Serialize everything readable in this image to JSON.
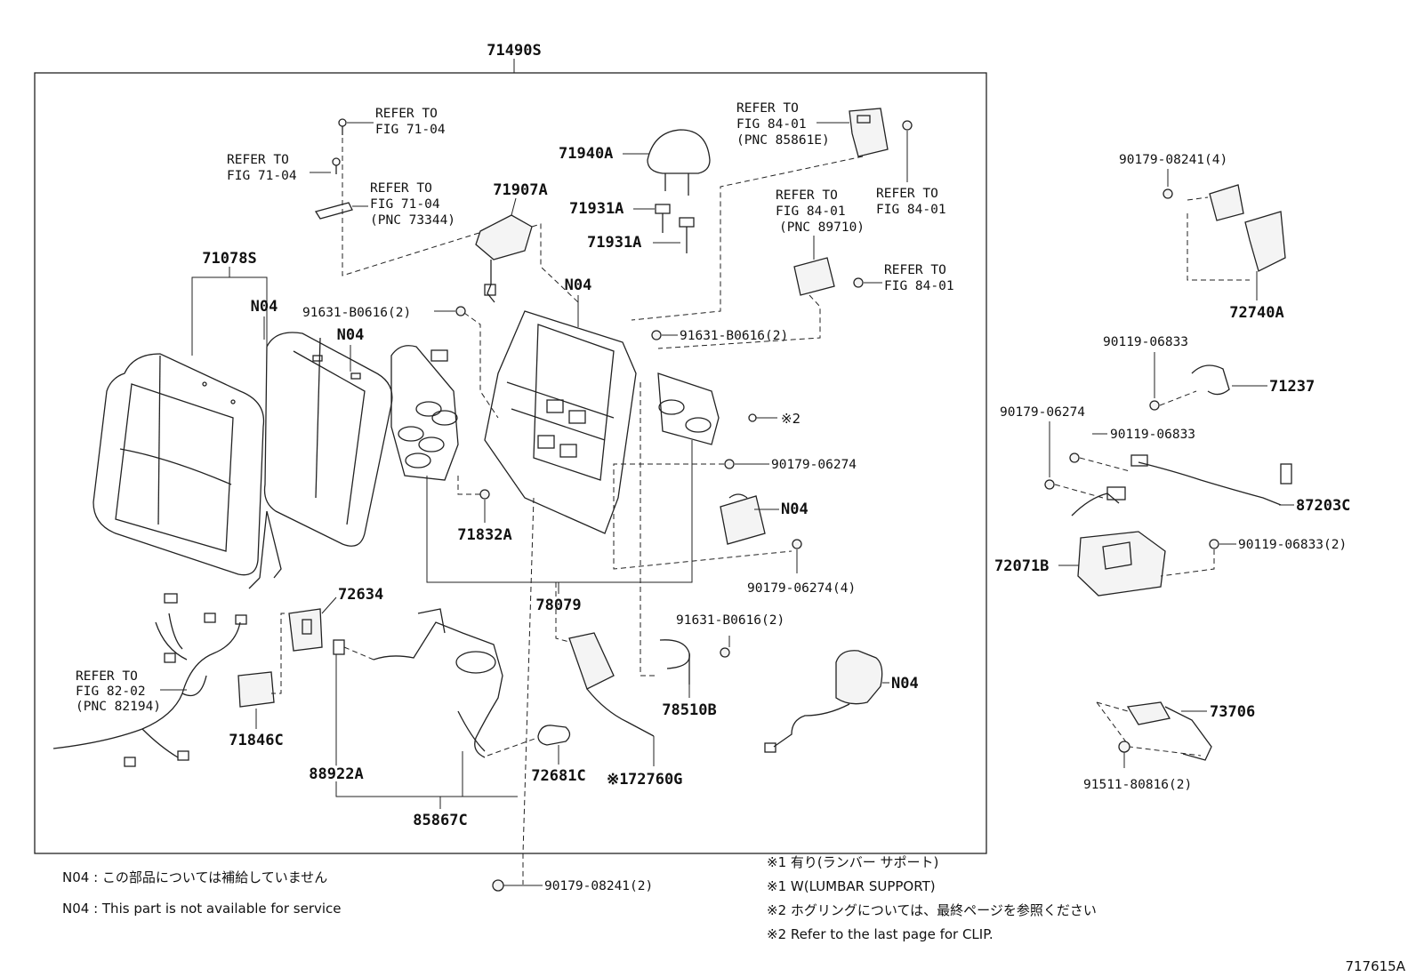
{
  "main_assembly": "71490S",
  "labels": {
    "p71078S": "71078S",
    "p71940A": "71940A",
    "p71907A": "71907A",
    "p71931A_1": "71931A",
    "p71931A_2": "71931A",
    "p72740A": "72740A",
    "p71237": "71237",
    "p87203C": "87203C",
    "p72071B": "72071B",
    "p73706": "73706",
    "p71832A": "71832A",
    "p78079": "78079",
    "p72634": "72634",
    "p71846C": "71846C",
    "p88922A": "88922A",
    "p85867C": "85867C",
    "p72681C": "72681C",
    "p72760G": "72760G",
    "p78510B": "78510B",
    "n04_a": "N04",
    "n04_b": "N04",
    "n04_c": "N04",
    "n04_d": "N04",
    "n04_e": "N04",
    "clip_mark": "※2",
    "mark1": "※1"
  },
  "fasteners": {
    "f90179_08241_4": "90179-08241(4)",
    "f90119_06833_a": "90119-06833",
    "f90179_06274_a": "90179-06274",
    "f90119_06833_b": "90119-06833",
    "f90119_06833_2": "90119-06833(2)",
    "f91511_80816_2": "91511-80816(2)",
    "f91631_b0616_a": "91631-B0616(2)",
    "f91631_b0616_b": "91631-B0616(2)",
    "f90179_06274_b": "90179-06274",
    "f90179_06274_4": "90179-06274(4)",
    "f91631_b0616_c": "91631-B0616(2)",
    "f90179_08241_2": "90179-08241(2)"
  },
  "references": {
    "r1_a": "REFER TO",
    "r1_b": "FIG 71-04",
    "r2_a": "REFER TO",
    "r2_b": "FIG 71-04",
    "r3_a": "REFER TO",
    "r3_b": "FIG 71-04",
    "r3_c": "(PNC 73344)",
    "r4_a": "REFER TO",
    "r4_b": "FIG 84-01",
    "r4_c": "(PNC 85861E)",
    "r5_a": "REFER TO",
    "r5_b": "FIG 84-01",
    "r6_a": "REFER TO",
    "r6_b": "FIG 84-01",
    "r6_c": "(PNC 89710)",
    "r7_a": "REFER TO",
    "r7_b": "FIG 84-01",
    "r8_a": "REFER TO",
    "r8_b": "FIG 82-02",
    "r8_c": "(PNC 82194)"
  },
  "notes": {
    "n04_jp": "N04 : この部品については補給していません",
    "n04_en": "N04 : This part is not available for service",
    "m1_jp": "※1  有り(ランバー サポート)",
    "m1_en": "※1  W(LUMBAR SUPPORT)",
    "m2_jp": "※2  ホグリングについては、最終ページを参照ください",
    "m2_en": "※2  Refer to the last page for CLIP."
  },
  "figure_id": "717615A"
}
